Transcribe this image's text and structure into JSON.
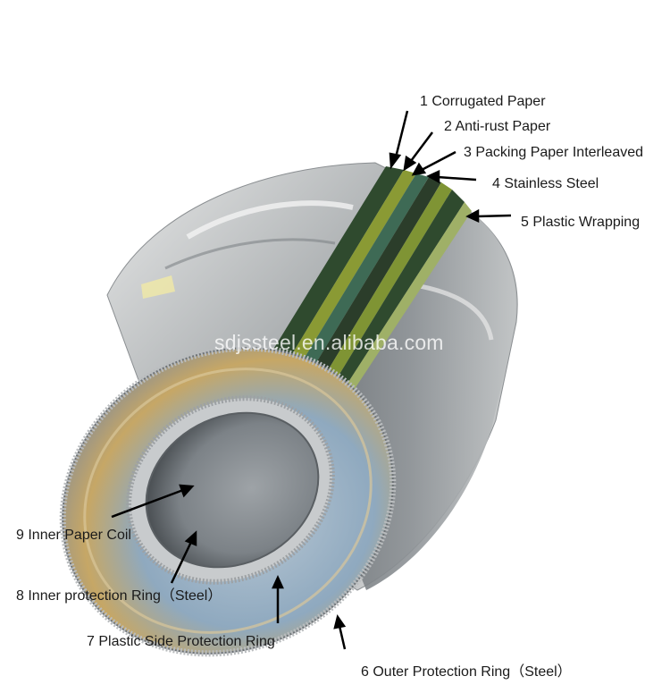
{
  "labels": {
    "l1": "1 Corrugated Paper",
    "l2": "2 Anti-rust Paper",
    "l3": "3 Packing Paper Interleaved",
    "l4": "4 Stainless Steel",
    "l5": "5 Plastic Wrapping",
    "l6": "6 Outer Protection Ring（Steel）",
    "l7": "7 Plastic Side Protection Ring",
    "l8": "8 Inner protection Ring（Steel）",
    "l9": "9 Inner Paper Coil"
  },
  "watermark": "sdjssteel.en.alibaba.com",
  "colors": {
    "steel_light": "#c9cbcb",
    "steel_mid": "#9fa3a5",
    "steel_dark": "#5d6266",
    "layer_dark_green": "#2f4a2e",
    "layer_olive": "#8a9a34",
    "layer_teal": "#3e6a55",
    "side_blue": "#8aa9c4",
    "side_amber": "#c9a35a"
  }
}
